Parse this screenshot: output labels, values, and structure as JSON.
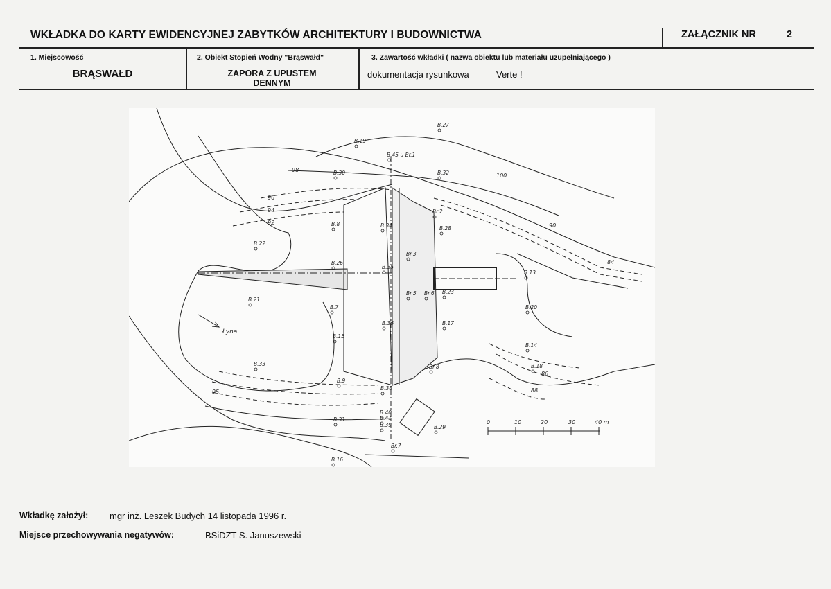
{
  "header": {
    "title": "WKŁADKA DO KARTY EWIDENCYJNEJ ZABYTKÓW ARCHITEKTURY I BUDOWNICTWA",
    "annex_label": "ZAŁĄCZNIK NR",
    "annex_number": "2"
  },
  "fields": {
    "locality_label": "1. Miejscowość",
    "locality_value": "BRĄSWAŁD",
    "object_label": "2. Obiekt Stopień Wodny \"Brąswałd\"",
    "object_value_line1": "ZAPORA Z UPUSTEM",
    "object_value_line2": "DENNYM",
    "contents_label": "3. Zawartość wkładki ( nazwa obiektu lub materiału uzupełniającego )",
    "contents_value_main": "dokumentacja rysunkowa",
    "contents_value_note": "Verte !"
  },
  "drawing": {
    "river_name": "Łyna",
    "points": [
      "B.27",
      "B.19",
      "B.45 u Br.1",
      "B.30",
      "B.32",
      "B.8",
      "B.34",
      "B.22",
      "Br.2",
      "B.28",
      "Br.3",
      "B.26",
      "B.35",
      "B.13",
      "B.21",
      "Br.5",
      "Br.6",
      "B.23",
      "B.7",
      "B.20",
      "B.36",
      "B.17",
      "B.15",
      "B.14",
      "B.33",
      "Br.8",
      "B.18",
      "B.9",
      "B.38",
      "B.40",
      "B.41",
      "B.39",
      "B.29",
      "B.31",
      "Br.7",
      "B.16"
    ],
    "contours": [
      "98",
      "100",
      "96",
      "94",
      "92",
      "90",
      "88",
      "86",
      "84",
      "95"
    ],
    "scale_ticks": [
      "0",
      "10",
      "20",
      "30",
      "40 m"
    ]
  },
  "footer": {
    "author_label": "Wkładkę założył:",
    "author_value": "mgr inż. Leszek Budych  14 listopada 1996 r.",
    "storage_label": "Miejsce przechowywania negatywów:",
    "storage_value": "BSiDZT S. Januszewski"
  }
}
